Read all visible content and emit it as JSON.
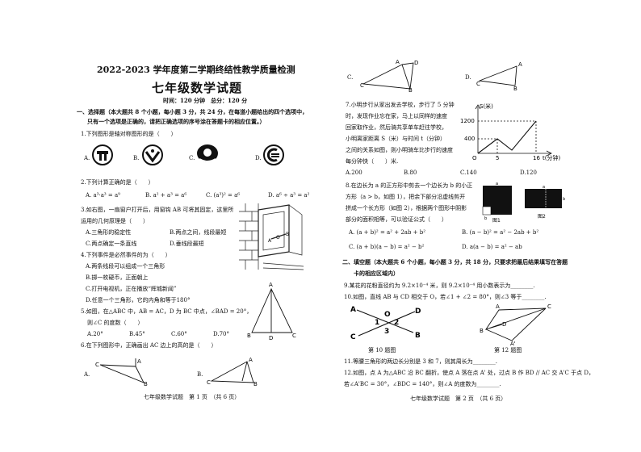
{
  "page1": {
    "header": "2022-2023 学年度第二学期终结性教学质量检测",
    "title": "七年级数学试题",
    "time_info": "时间：120 分钟　总分：120 分",
    "section1_heading_1": "一、选择题（本大题共 8 个小题，每小题 3 分，共 24 分，在每道小题给出的四个选项中，",
    "section1_heading_2": "只有一个选项是正确的，请把正确选项的序号涂在答题卡的相应位置。）",
    "q1": "1.下列图形是轴对称图形的是（　　）",
    "q1_opts": [
      "A.",
      "B.",
      "C.",
      "D."
    ],
    "q2": "2.下列计算正确的是（　　）",
    "q2_opts": [
      "A. a³·a³ = a⁹",
      "B. a² + a³ = a⁶",
      "C. (a³)² = a⁶",
      "D. a⁶ ÷ a³ = a²"
    ],
    "q3_1": "3.如右图，一扇窗户打开后，用窗钩 AB 可将其固定，这里所",
    "q3_2": "运用的几何原理是（　　）",
    "q3_opts": [
      "A.三角形的稳定性",
      "B.两点之间，线段最短",
      "C.两点确定一条直线",
      "D.垂线段最短"
    ],
    "q3_fig_labels": [
      "A",
      "O",
      "B"
    ],
    "q4": "4.下列事件是必然事件的为（　　）",
    "q4_opts": [
      "A.两条线段可以组成一个三角形",
      "B.掷一枚硬币，正面朝上",
      "C.打开电视机，正在播放“辉城新闻”",
      "D.任意一个三角形，它的内角和等于180°"
    ],
    "q5_1": "5.如图，在△ABC 中，AB = AC，D 为 BC 中点，∠BAD = 20°，",
    "q5_2": "则∠C 的度数（　　）",
    "q5_opts": [
      "A.20°",
      "B.45°",
      "C.60°",
      "D.70°"
    ],
    "q5_fig_labels": [
      "A",
      "B",
      "D",
      "C"
    ],
    "q6": "6.在下列图形中，正确画出 AC 边上的高的是（　　）",
    "q6_opts": [
      "A.",
      "B."
    ],
    "q6_fig_labels": [
      "A",
      "C",
      "B",
      "A",
      "C",
      "B"
    ],
    "footer": "七年级数学试题　第 1 页　（共 6 页）"
  },
  "page2": {
    "q6_opts": [
      "C.",
      "D."
    ],
    "q6_fig_labels": [
      "A",
      "D",
      "C",
      "B",
      "A",
      "C",
      "B"
    ],
    "q7_1": "7.小明步行从家出发去学校，步行了 5 分钟",
    "q7_2": "时，发现作业忘在家，马上以同样的速度",
    "q7_3": "回家取作业，然后骑共享单车赶往学校，",
    "q7_4": "小明离家距离 S（米）与时间 t（分钟）",
    "q7_5": "之间的关系如图，则小明骑车比步行的速度",
    "q7_6": "每分钟快（　　）米.",
    "q7_opts": [
      "A.200",
      "B.80",
      "C.140",
      "D.120"
    ],
    "q7_graph": {
      "ylabel": "S(米)",
      "xlabel": "t(分钟)",
      "y_ticks": [
        "1200",
        "400"
      ],
      "x_ticks": [
        "5",
        "16"
      ],
      "origin": "O"
    },
    "q8_1": "8.在边长为 a 的正方形中剪去一个边长为 b 的小正",
    "q8_2": "方形（a > b，如图 1），把余下部分沿虚线剪开",
    "q8_3": "拼成一个长方形（如图 2），根据两个图形中阴影",
    "q8_4": "部分的面积相等，可以验证公式（　　）",
    "q8_fig_labels": [
      "图1",
      "图2",
      "a",
      "b",
      "a",
      "b"
    ],
    "q8_opts": [
      "A. (a + b)² = a² + 2ab + b²",
      "B. (a − b)² = a² − 2ab + b²",
      "C. (a + b)(a − b) = a² − b²",
      "D. a(a − b) = a² − ab"
    ],
    "section2_heading_1": "二、填空题（本大题共 6 个小题，每小题 3 分，共 18 分，只要求把最后结果填写在答题",
    "section2_heading_2": "卡的相应区域内）",
    "q9": "9.某花的花粉直径约为 9.2×10⁻⁴ 米，则 9.2×10⁻⁴ 用小数表示为________.",
    "q10": "10.如图，直线 AB 与 CD 相交于 O，若∠1 + ∠2 = 80°，则∠3 等于________.",
    "q10_fig_labels": [
      "A",
      "D",
      "O",
      "1",
      "2",
      "C",
      "3",
      "B"
    ],
    "q10_caption": "第 10 题图",
    "q12_fig_labels": [
      "A",
      "C",
      "B",
      "D",
      "A'"
    ],
    "q12_caption": "第 12 题图",
    "q11": "11.等腰三角形的两边长分别是 3 和 7，则其周长为________.",
    "q12_1": "12.如图，点 A 为△ABC 沿 BC 翻折，使点 A 落在点 A' 处，过点 B 作 BD // AC 交 A'C 于点 D，",
    "q12_2": "若∠A'BC = 30°，∠BDC = 140°，则∠A 的度数为________.",
    "footer": "七年级数学试题　第 2 页　（共 6 页）"
  }
}
